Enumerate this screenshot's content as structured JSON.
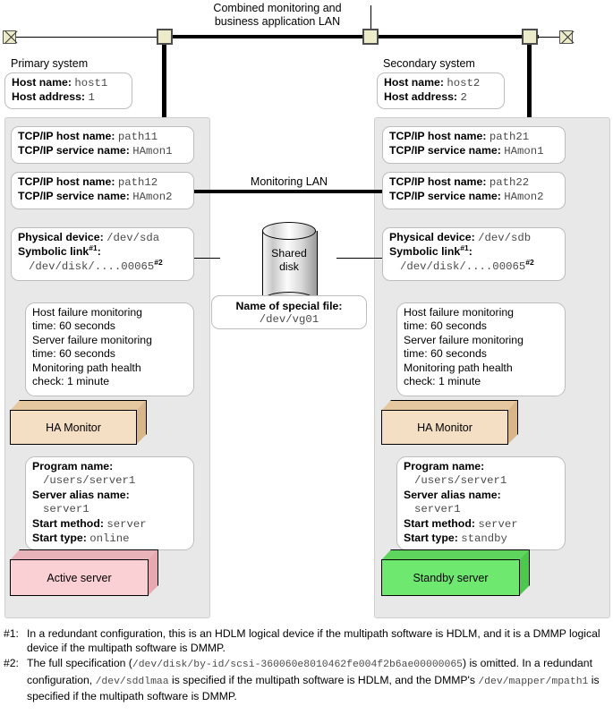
{
  "diagram": {
    "top_lan": {
      "title_line1": "Combined monitoring and",
      "title_line2": "business application LAN",
      "terminator_icon_left": "lan-terminator-icon",
      "terminator_icon_right": "lan-terminator-icon",
      "connector_icon": "lan-connector-icon"
    },
    "monitoring_lan_label": "Monitoring LAN",
    "primary": {
      "system_label": "Primary system",
      "host": {
        "name_label": "Host name:",
        "name_value": "host1",
        "address_label": "Host address:",
        "address_value": "1"
      },
      "path1": {
        "host_label": "TCP/IP host name:",
        "host_value": "path11",
        "service_label": "TCP/IP service name:",
        "service_value": "HAmon1"
      },
      "path2": {
        "host_label": "TCP/IP host name:",
        "host_value": "path12",
        "service_label": "TCP/IP service name:",
        "service_value": "HAmon2"
      },
      "device": {
        "physical_label": "Physical device:",
        "physical_value": "/dev/sda",
        "symlink_label": "Symbolic link",
        "symlink_fn": "#1",
        "symlink_value": "/dev/disk/....00065",
        "symlink_value_fn": "#2"
      },
      "monitor_params": {
        "line1": "Host failure monitoring",
        "line2": "time: 60 seconds",
        "line3": "Server failure monitoring",
        "line4": "time: 60 seconds",
        "line5": "Monitoring path health",
        "line6": "check: 1 minute"
      },
      "ha_monitor_label": "HA Monitor",
      "ha_monitor_color": "#f5dfc4",
      "server_params": {
        "program_label": "Program name:",
        "program_value": "/users/server1",
        "alias_label": "Server alias name:",
        "alias_value": "server1",
        "start_method_label": "Start method:",
        "start_method_value": "server",
        "start_type_label": "Start type:",
        "start_type_value": "online"
      },
      "server_label": "Active server",
      "server_color": "#fbd0d4"
    },
    "secondary": {
      "system_label": "Secondary system",
      "host": {
        "name_label": "Host name:",
        "name_value": "host2",
        "address_label": "Host address:",
        "address_value": "2"
      },
      "path1": {
        "host_label": "TCP/IP host name:",
        "host_value": "path21",
        "service_label": "TCP/IP service name:",
        "service_value": "HAmon1"
      },
      "path2": {
        "host_label": "TCP/IP host name:",
        "host_value": "path22",
        "service_label": "TCP/IP service name:",
        "service_value": "HAmon2"
      },
      "device": {
        "physical_label": "Physical device:",
        "physical_value": "/dev/sdb",
        "symlink_label": "Symbolic link",
        "symlink_fn": "#1",
        "symlink_value": "/dev/disk/....00065",
        "symlink_value_fn": "#2"
      },
      "monitor_params": {
        "line1": "Host failure monitoring",
        "line2": "time: 60 seconds",
        "line3": "Server failure monitoring",
        "line4": "time: 60 seconds",
        "line5": "Monitoring path health",
        "line6": "check: 1 minute"
      },
      "ha_monitor_label": "HA Monitor",
      "ha_monitor_color": "#f5dfc4",
      "server_params": {
        "program_label": "Program name:",
        "program_value": "/users/server1",
        "alias_label": "Server alias name:",
        "alias_value": "server1",
        "start_method_label": "Start method:",
        "start_method_value": "server",
        "start_type_label": "Start type:",
        "start_type_value": "standby"
      },
      "server_label": "Standby server",
      "server_color": "#6ee86e"
    },
    "shared_disk": {
      "icon": "cylinder-disk-icon",
      "label_line1": "Shared",
      "label_line2": "disk",
      "special_file_label": "Name of special file:",
      "special_file_value": "/dev/vg01"
    },
    "footnotes": [
      {
        "tag": "#1:",
        "parts": [
          {
            "t": "In a redundant configuration, this is an HDLM logical device if the multipath software is HDLM, and it is a DMMP logical device if the multipath software is DMMP.",
            "mono": false
          }
        ]
      },
      {
        "tag": "#2:",
        "parts": [
          {
            "t": "The full specification (",
            "mono": false
          },
          {
            "t": "/dev/disk/by-id/scsi-360060e8010462fe004f2b6ae00000065",
            "mono": true
          },
          {
            "t": ") is omitted. In a redundant configuration, ",
            "mono": false
          },
          {
            "t": "/dev/sddlmaa",
            "mono": true
          },
          {
            "t": " is specified if the multipath software is HDLM, and the DMMP's ",
            "mono": false
          },
          {
            "t": "/dev/mapper/mpath1",
            "mono": true
          },
          {
            "t": " is specified if the multipath software is DMMP.",
            "mono": false
          }
        ]
      }
    ]
  }
}
